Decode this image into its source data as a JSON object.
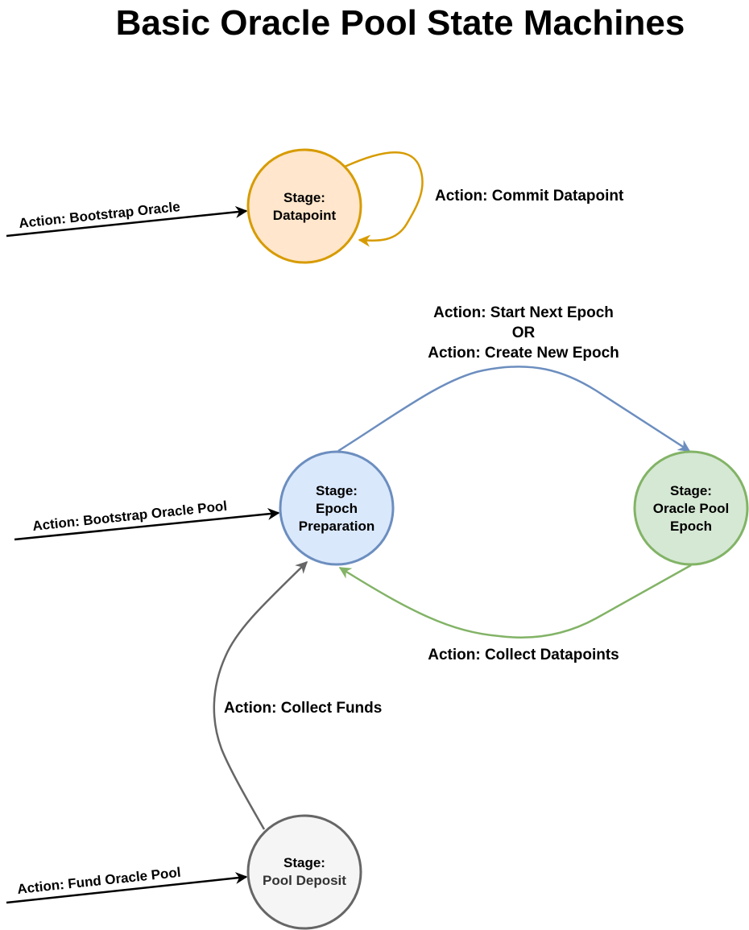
{
  "title": "Basic Oracle Pool State Machines",
  "colors": {
    "datapoint_fill": "#ffe6cc",
    "datapoint_stroke": "#d79b00",
    "epoch_prep_fill": "#dae8fc",
    "epoch_prep_stroke": "#6c8ebf",
    "oracle_epoch_fill": "#d5e8d4",
    "oracle_epoch_stroke": "#82b366",
    "deposit_fill": "#f5f5f5",
    "deposit_stroke": "#666666",
    "deposit_text": "#333333"
  },
  "nodes": {
    "datapoint": {
      "line1": "Stage:",
      "line2": "Datapoint"
    },
    "epoch_prep": {
      "line1": "Stage:",
      "line2": "Epoch",
      "line3": "Preparation"
    },
    "oracle_epoch": {
      "line1": "Stage:",
      "line2": "Oracle Pool",
      "line3": "Epoch"
    },
    "deposit": {
      "line1": "Stage:",
      "line2": "Pool Deposit"
    }
  },
  "edges": {
    "bootstrap_oracle": "Action: Bootstrap Oracle",
    "commit_datapoint": "Action: Commit Datapoint",
    "start_next_epoch": "Action: Start Next Epoch",
    "or": "OR",
    "create_new_epoch": "Action: Create New Epoch",
    "bootstrap_pool": "Action: Bootstrap Oracle Pool",
    "collect_datapoints": "Action: Collect Datapoints",
    "collect_funds": "Action: Collect Funds",
    "fund_pool": "Action: Fund Oracle Pool"
  }
}
